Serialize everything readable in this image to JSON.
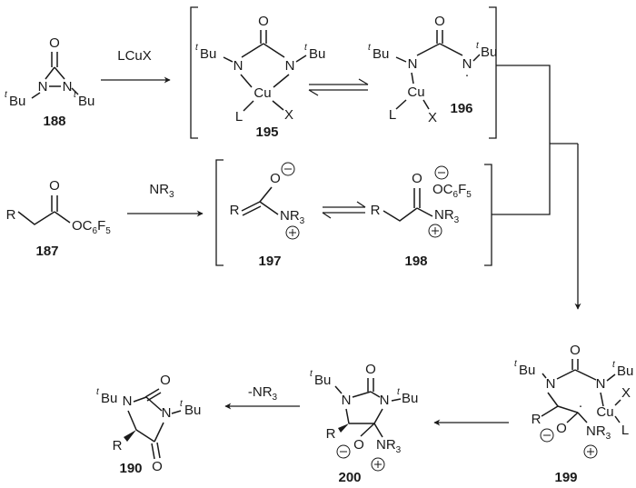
{
  "scheme": {
    "compounds": {
      "c188": "188",
      "c195": "195",
      "c196": "196",
      "c187": "187",
      "c197": "197",
      "c198": "198",
      "c199": "199",
      "c200": "200",
      "c190": "190"
    },
    "reagents": {
      "lcux": "LCuX",
      "amine": "NR",
      "amine_sub": "3",
      "remove_amine": "-NR",
      "remove_amine_sub": "3"
    },
    "atoms": {
      "O": "O",
      "N": "N",
      "Cu": "Cu",
      "L": "L",
      "X": "X",
      "R": "R",
      "tert_prefix": "t",
      "butyl": "Bu",
      "OC6F5_a": "OC",
      "OC6F5_b": "6",
      "OC6F5_c": "F",
      "OC6F5_d": "5",
      "NR3_a": "NR",
      "NR3_b": "3",
      "radical_dot": "·"
    }
  }
}
